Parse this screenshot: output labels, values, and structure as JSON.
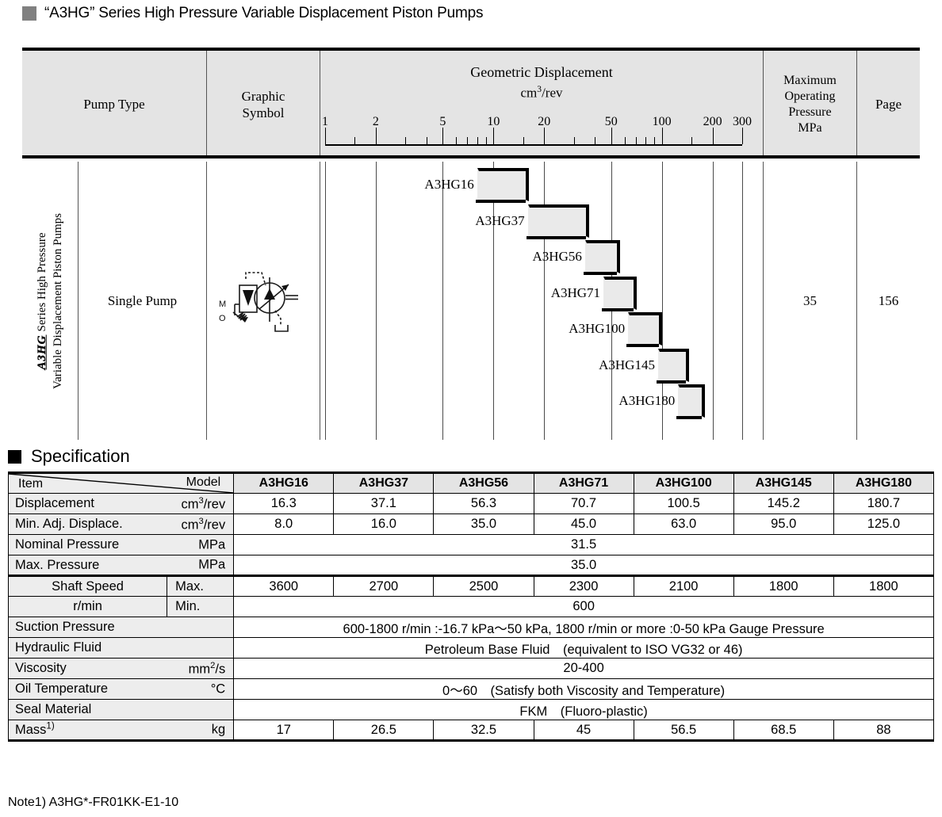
{
  "title": {
    "square_color": "#808080",
    "text": "“A3HG” Series High Pressure Variable Displacement Piston Pumps"
  },
  "overview": {
    "headers": {
      "pump_type": "Pump Type",
      "graphic_symbol_l1": "Graphic",
      "graphic_symbol_l2": "Symbol",
      "geometric_displacement": "Geometric Displacement",
      "geometric_unit": "cm3/rev",
      "max_operating_pressure_l1": "Maximum",
      "max_operating_pressure_l2": "Operating",
      "max_operating_pressure_l3": "Pressure",
      "max_operating_pressure_l4": "MPa",
      "page": "Page"
    },
    "axis": {
      "scale": "log",
      "min": 1,
      "max": 300,
      "major_ticks": [
        1,
        2,
        5,
        10,
        20,
        50,
        100,
        200,
        300
      ],
      "major_labels": [
        "1",
        "2",
        "5",
        "10",
        "20",
        "50",
        "100",
        "200",
        "300"
      ],
      "minor_ticks": [
        1.5,
        3,
        4,
        6,
        7,
        8,
        9,
        15,
        30,
        40,
        60,
        70,
        80,
        90,
        150
      ],
      "gridlines": [
        1,
        2,
        5,
        10,
        20,
        50,
        100,
        200,
        300
      ]
    },
    "side_label": {
      "logo": "A3HG",
      "line1": "Series High Pressure",
      "line2": "Variable Displacement Piston Pumps"
    },
    "pump_type_value": "Single Pump",
    "graphic_symbol_ports": {
      "m": "M",
      "o": "O"
    },
    "max_operating_pressure_value": "35",
    "page_value": "156"
  },
  "chart_data": {
    "type": "bar",
    "title": "Geometric Displacement",
    "xlabel": "cm3/rev",
    "ylabel": "",
    "scale": "log",
    "xlim": [
      1,
      300
    ],
    "grid": true,
    "legend": "none",
    "categories": [
      "A3HG16",
      "A3HG37",
      "A3HG56",
      "A3HG71",
      "A3HG100",
      "A3HG145",
      "A3HG180"
    ],
    "series": [
      {
        "name": "Min. Adj. Displacement",
        "values": [
          8.0,
          16.0,
          35.0,
          45.0,
          63.0,
          95.0,
          125.0
        ]
      },
      {
        "name": "Geometric Displacement",
        "values": [
          16.3,
          37.1,
          56.3,
          70.7,
          100.5,
          145.2,
          180.7
        ]
      }
    ],
    "bars": [
      {
        "label": "A3HG16",
        "start": 8.0,
        "end": 16.3
      },
      {
        "label": "A3HG37",
        "start": 16.0,
        "end": 37.1
      },
      {
        "label": "A3HG56",
        "start": 35.0,
        "end": 56.3
      },
      {
        "label": "A3HG71",
        "start": 45.0,
        "end": 70.7
      },
      {
        "label": "A3HG100",
        "start": 63.0,
        "end": 100.5
      },
      {
        "label": "A3HG145",
        "start": 95.0,
        "end": 145.2
      },
      {
        "label": "A3HG180",
        "start": 125.0,
        "end": 180.7
      }
    ],
    "bar_fill": "#eaeaea",
    "bar_stroke": "#000000"
  },
  "specification": {
    "heading": "Specification",
    "corner": {
      "model": "Model",
      "item": "Item"
    },
    "models": [
      "A3HG16",
      "A3HG37",
      "A3HG56",
      "A3HG71",
      "A3HG100",
      "A3HG145",
      "A3HG180"
    ],
    "rows": [
      {
        "label": "Displacement",
        "unit": "cm3/rev",
        "type": "per-model",
        "values": [
          "16.3",
          "37.1",
          "56.3",
          "70.7",
          "100.5",
          "145.2",
          "180.7"
        ]
      },
      {
        "label": "Min. Adj. Displace.",
        "unit": "cm3/rev",
        "type": "per-model",
        "values": [
          "8.0",
          "16.0",
          "35.0",
          "45.0",
          "63.0",
          "95.0",
          "125.0"
        ]
      },
      {
        "label": "Nominal Pressure",
        "unit": "MPa",
        "type": "merged",
        "value": "31.5"
      },
      {
        "label": "Max. Pressure",
        "unit": "MPa",
        "type": "merged",
        "value": "35.0"
      },
      {
        "label": "Shaft Speed",
        "unit": "",
        "sub": "Max.",
        "type": "per-model",
        "values": [
          "3600",
          "2700",
          "2500",
          "2300",
          "2100",
          "1800",
          "1800"
        ]
      },
      {
        "label": "r/min",
        "unit": "",
        "sub": "Min.",
        "type": "merged",
        "value": "600"
      },
      {
        "label": "Suction Pressure",
        "unit": "",
        "type": "merged",
        "value": "600-1800 r/min :-16.7 kPa～50 kPa, 1800 r/min or more :0-50 kPa Gauge Pressure"
      },
      {
        "label": "Hydraulic Fluid",
        "unit": "",
        "type": "merged",
        "value": "Petroleum Base Fluid　(equivalent to ISO VG32 or 46)"
      },
      {
        "label": "Viscosity",
        "unit": "mm2/s",
        "type": "merged",
        "value": "20-400"
      },
      {
        "label": "Oil Temperature",
        "unit": "°C",
        "type": "merged",
        "value": "0～60　(Satisfy both Viscosity and Temperature)"
      },
      {
        "label": "Seal Material",
        "unit": "",
        "type": "merged",
        "value": "FKM　(Fluoro-plastic)"
      },
      {
        "label": "Mass",
        "unit": "kg",
        "sup": "1)",
        "type": "per-model",
        "values": [
          "17",
          "26.5",
          "32.5",
          "45",
          "56.5",
          "68.5",
          "88"
        ]
      }
    ]
  },
  "note": "Note1) A3HG*-FR01KK-E1-10"
}
